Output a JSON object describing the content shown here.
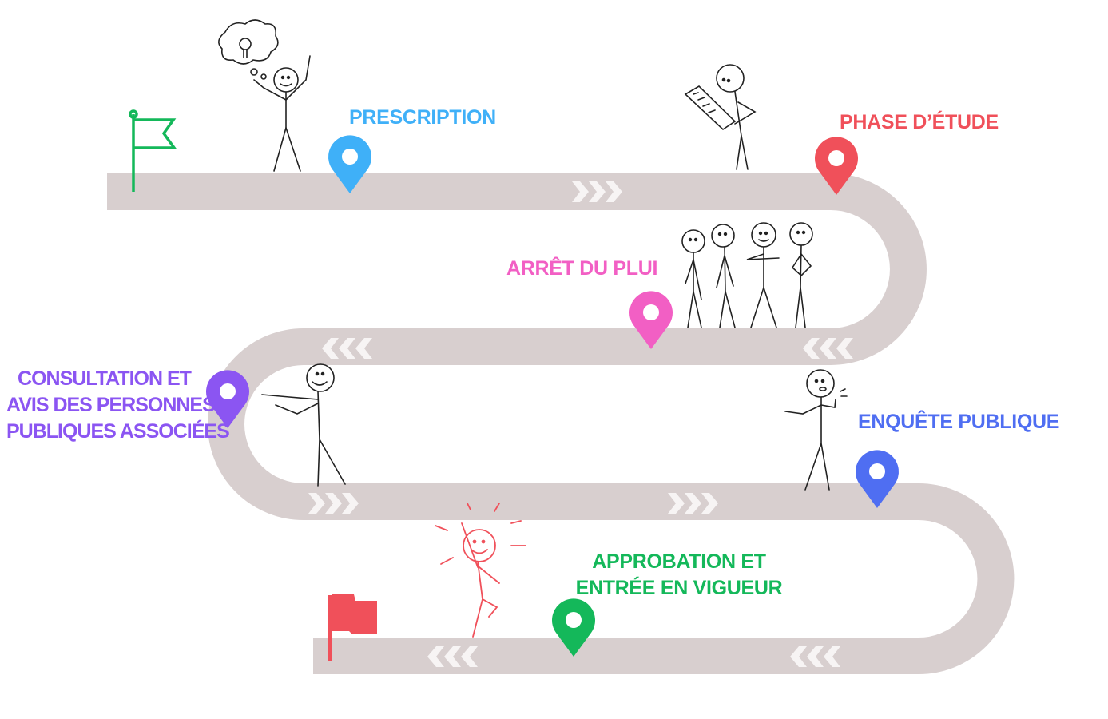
{
  "colors": {
    "road": "#d8cfcf",
    "chevron": "#f7f4f4",
    "start_flag": "#14b85a",
    "end_flag": "#f0505a",
    "figure": "#222222",
    "happy_figure": "#f0505a"
  },
  "steps": [
    {
      "lines": [
        "PRESCRIPTION"
      ],
      "color": "#3fb0f8",
      "icon": "map-pin-icon"
    },
    {
      "lines": [
        "PHASE D’ÉTUDE"
      ],
      "color": "#f0505a",
      "icon": "map-pin-icon"
    },
    {
      "lines": [
        "ARRÊT DU PLUI"
      ],
      "color": "#f25fc4",
      "icon": "map-pin-icon"
    },
    {
      "lines": [
        "CONSULTATION ET",
        "AVIS DES PERSONNES",
        "PUBLIQUES ASSOCIÉES"
      ],
      "color": "#8b55f2",
      "icon": "map-pin-icon"
    },
    {
      "lines": [
        "ENQUÊTE PUBLIQUE"
      ],
      "color": "#4f6ef2",
      "icon": "map-pin-icon"
    },
    {
      "lines": [
        "APPROBATION ET",
        "ENTRÉE EN VIGUEUR"
      ],
      "color": "#14b85a",
      "icon": "map-pin-icon"
    }
  ]
}
